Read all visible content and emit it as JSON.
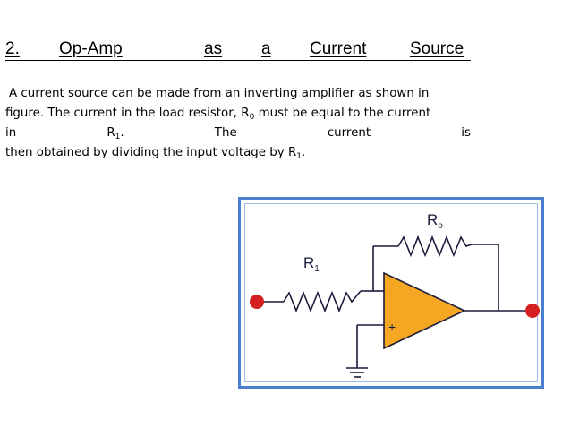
{
  "heading": {
    "number": "2.",
    "words": [
      "Op-Amp",
      "as",
      "a",
      "Current",
      "Source"
    ]
  },
  "paragraph": {
    "line1": "A current source can be made from an inverting amplifier as shown in",
    "line2_prefix": "figure. The current in the load resistor, R",
    "line2_sub": "0",
    "line2_suffix": " must be equal to the current",
    "line3_words": [
      "in",
      "The",
      "current",
      "is"
    ],
    "line3_r": "R",
    "line3_r_sub": "1",
    "line3_r_after": ".",
    "line4_prefix": "then obtained by dividing the input voltage by R",
    "line4_sub": "1",
    "line4_suffix": "."
  },
  "figure": {
    "feedback_resistor_label": "R",
    "feedback_resistor_sub": "o",
    "input_resistor_label": "R",
    "input_resistor_sub": "1",
    "minus_sign": "-",
    "plus_sign": "+",
    "colors": {
      "frame": "#4a7fd0",
      "opamp_fill": "#f5a623",
      "terminal": "#d42020",
      "wire": "#1a1a3a"
    }
  }
}
